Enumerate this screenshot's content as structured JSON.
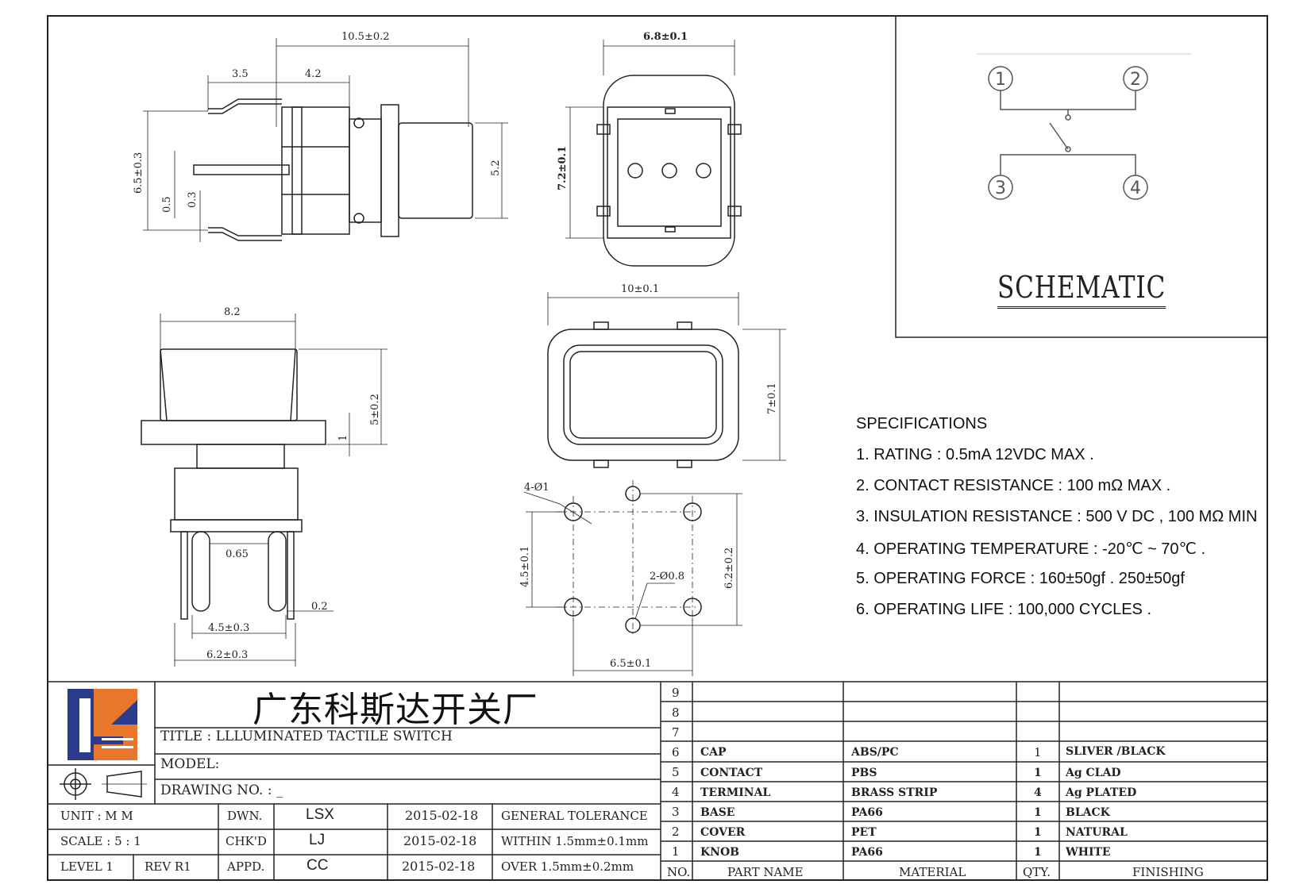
{
  "dimensions": {
    "side_top_width": "10.5±0.2",
    "side_left_offset": "3.5",
    "side_mid_offset": "4.2",
    "side_height": "6.5±0.3",
    "side_pin_a": "0.5",
    "side_pin_b": "0.3",
    "side_right_height": "5.2",
    "front_width": "6.8±0.1",
    "front_height": "7.2±0.1",
    "lower_width": "8.2",
    "lower_height": "5±0.2",
    "lower_flange": "1",
    "lower_pin_gap": "0.65",
    "lower_pin_thk": "0.2",
    "lower_pin_span": "4.5±0.3",
    "lower_total": "6.2±0.3",
    "top_width": "10±0.1",
    "top_height": "7±0.1",
    "pcb_holes_a": "4-Ø1",
    "pcb_holes_b": "2-Ø0.8",
    "pcb_v_span": "4.5±0.1",
    "pcb_v_total": "6.2±0.2",
    "pcb_h_span": "6.5±0.1"
  },
  "schematic": {
    "title": "SCHEMATIC",
    "pins": [
      "1",
      "2",
      "3",
      "4"
    ]
  },
  "specs": {
    "heading": "SPECIFICATIONS",
    "items": [
      "1. RATING : 0.5mA 12VDC MAX .",
      "2. CONTACT RESISTANCE : 100 mΩ MAX .",
      "3. INSULATION RESISTANCE : 500 V DC , 100 MΩ MIN",
      "4. OPERATING TEMPERATURE : -20℃ ~ 70℃ .",
      "5. OPERATING FORCE : 160±50gf . 250±50gf",
      "6. OPERATING LIFE : 100,000 CYCLES ."
    ]
  },
  "title_block": {
    "company": "广东科斯达开关厂",
    "title": "TITLE :  LLLUMINATED TACTILE SWITCH",
    "model": "MODEL:",
    "drawing_no": "DRAWING NO.  : _",
    "unit_label": "UNIT    :    M M",
    "scale_label": "SCALE   :   5 : 1",
    "level_label": "LEVEL  1",
    "rev_label": "REV   R1",
    "dwn_label": "DWN.",
    "chkd_label": "CHK'D",
    "appd_label": "APPD.",
    "dwn_name": "LSX",
    "chkd_name": "LJ",
    "appd_name": "CC",
    "dwn_date": "2015-02-18",
    "chkd_date": "2015-02-18",
    "appd_date": "2015-02-18",
    "tolerance_heading": "GENERAL  TOLERANCE",
    "tolerance_within": "WITHIN  1.5mm±0.1mm",
    "tolerance_over": "OVER    1.5mm±0.2mm"
  },
  "bom": {
    "headers": {
      "no": "NO.",
      "part": "PART   NAME",
      "material": "MATERIAL",
      "qty": "QTY.",
      "finishing": "FINISHING"
    },
    "empty_rows": [
      "9",
      "8",
      "7"
    ],
    "rows": [
      {
        "no": "6",
        "part": "CAP",
        "material": "ABS/PC",
        "qty": "1",
        "finishing": "SLIVER /BLACK"
      },
      {
        "no": "5",
        "part": "CONTACT",
        "material": "PBS",
        "qty": "1",
        "finishing": "Ag CLAD"
      },
      {
        "no": "4",
        "part": "TERMINAL",
        "material": "BRASS STRIP",
        "qty": "4",
        "finishing": "Ag PLATED"
      },
      {
        "no": "3",
        "part": "BASE",
        "material": "PA66",
        "qty": "1",
        "finishing": "BLACK"
      },
      {
        "no": "2",
        "part": "COVER",
        "material": "PET",
        "qty": "1",
        "finishing": "NATURAL"
      },
      {
        "no": "1",
        "part": "KNOB",
        "material": "PA66",
        "qty": "1",
        "finishing": "WHITE"
      }
    ]
  },
  "colors": {
    "logo_blue": "#2b3c8f",
    "logo_orange": "#e8762b",
    "ink": "#222222"
  }
}
